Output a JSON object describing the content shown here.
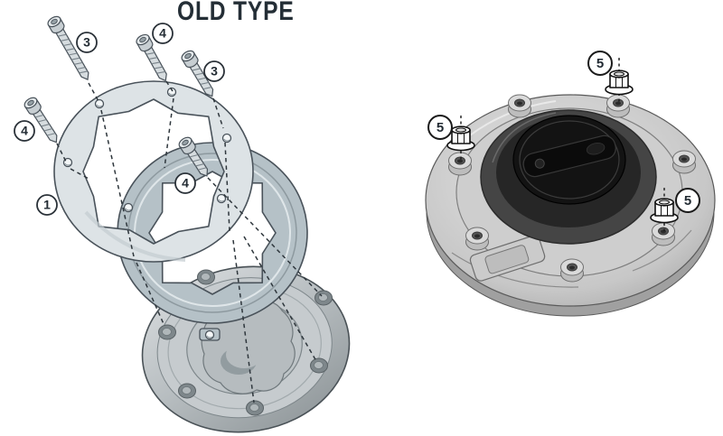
{
  "title": "OLD TYPE",
  "figure": {
    "type": "exploded-parts-diagram",
    "left": {
      "callouts": [
        {
          "label": "3"
        },
        {
          "label": "4"
        },
        {
          "label": "3"
        },
        {
          "label": "4"
        },
        {
          "label": "1"
        },
        {
          "label": "4"
        }
      ]
    },
    "right": {
      "callouts": [
        {
          "label": "5"
        },
        {
          "label": "5"
        },
        {
          "label": "5"
        }
      ]
    }
  },
  "colors": {
    "title_text": "#242e36",
    "line_art_outline": "#49525a",
    "ring_light": "#dde3e6",
    "ring_dark": "#b5c1c7",
    "callout_fill": "#ffffff",
    "callout_stroke": "#2a3138",
    "photo_metal_light": "#e2e2e2",
    "photo_metal_dark": "#9e9e9e",
    "photo_cap_black": "#141414"
  }
}
